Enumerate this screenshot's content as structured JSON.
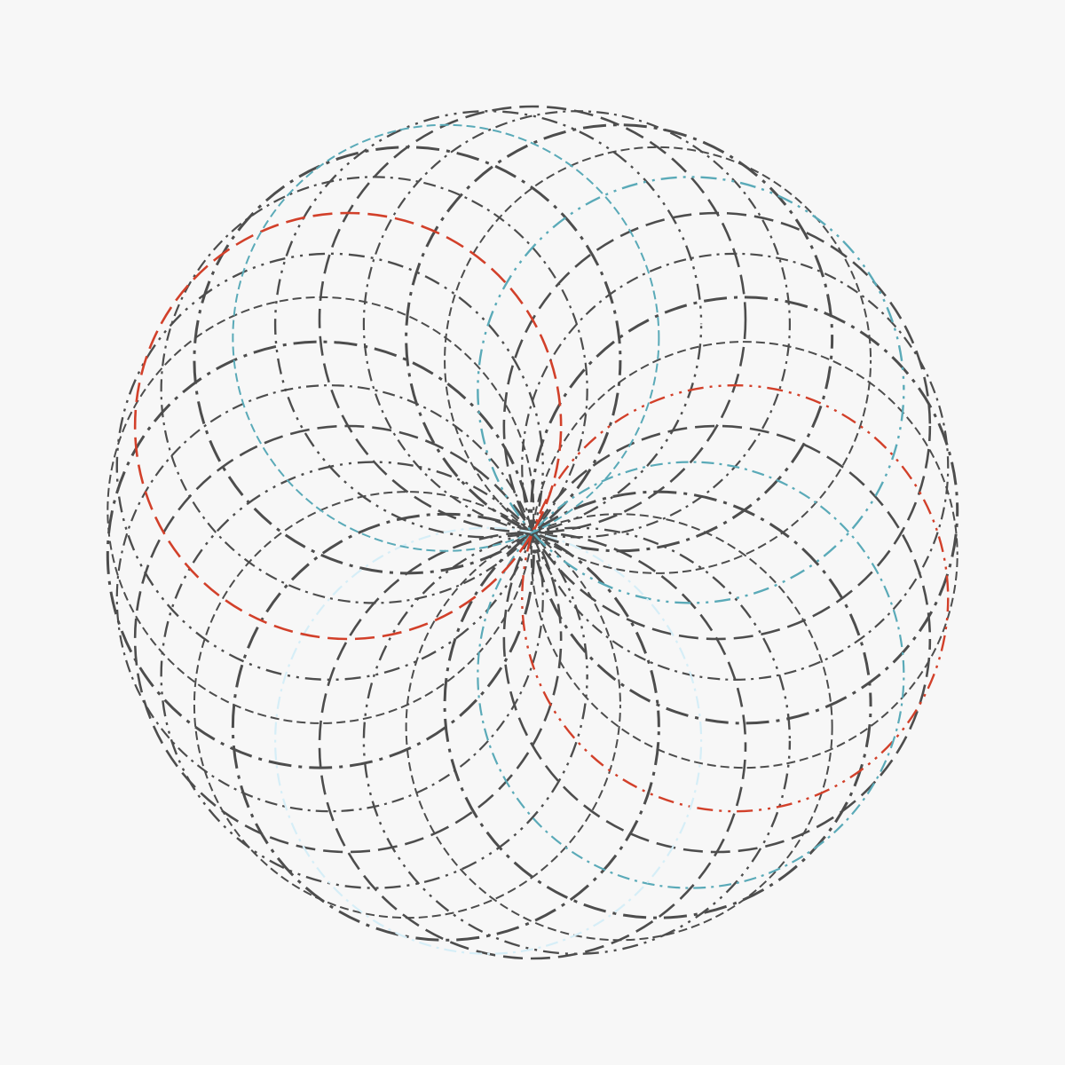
{
  "artwork": {
    "background_color": "#f7f7f7",
    "ring_count": 30,
    "palette": {
      "dark": "#4d4d4d",
      "red": "#d2402a",
      "teal": "#5aaab8",
      "light_blue": "#d6eef7"
    },
    "highlight_rings": [
      {
        "index": 25,
        "color": "red"
      },
      {
        "index": 28,
        "color": "teal"
      },
      {
        "index": 11,
        "color": "teal"
      },
      {
        "index": 9,
        "color": "red"
      },
      {
        "index": 16,
        "color": "light_blue"
      },
      {
        "index": 4,
        "color": "teal"
      }
    ]
  }
}
